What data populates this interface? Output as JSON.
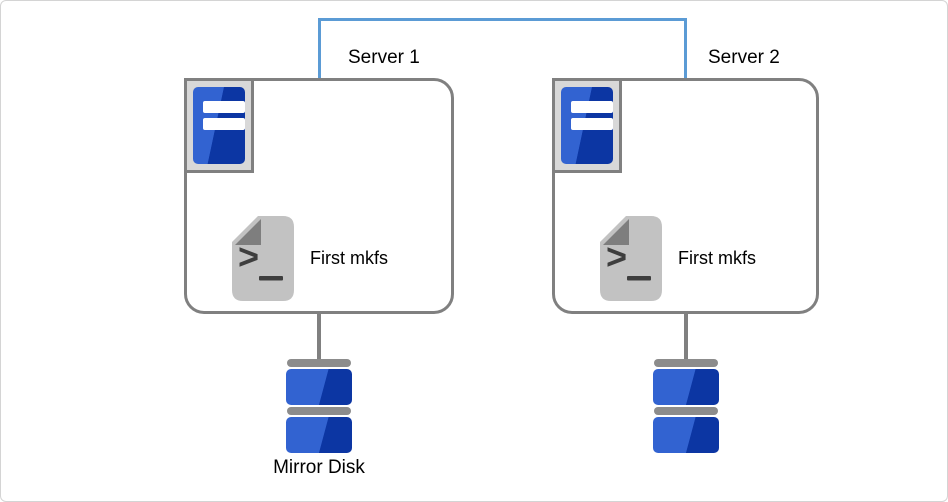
{
  "servers": [
    {
      "label": "Server 1",
      "task": "First mkfs"
    },
    {
      "label": "Server 2",
      "task": "First mkfs"
    }
  ],
  "mirror_disk": {
    "label": "Mirror Disk"
  },
  "icons": {
    "server": "server-tower-icon",
    "script": "shell-script-icon",
    "disk": "disk-stack-icon",
    "connector": "interconnect-line"
  },
  "colors": {
    "connector-blue": "#5B9BD5",
    "outline-gray": "#808080",
    "blue-light": "#3263D1",
    "blue-dark": "#0C36A3",
    "frame-gray": "#D8D8D8",
    "script-gray": "#C2C2C2",
    "fold-gray": "#7E7E7E",
    "bar-gray": "#8C8C8C"
  }
}
